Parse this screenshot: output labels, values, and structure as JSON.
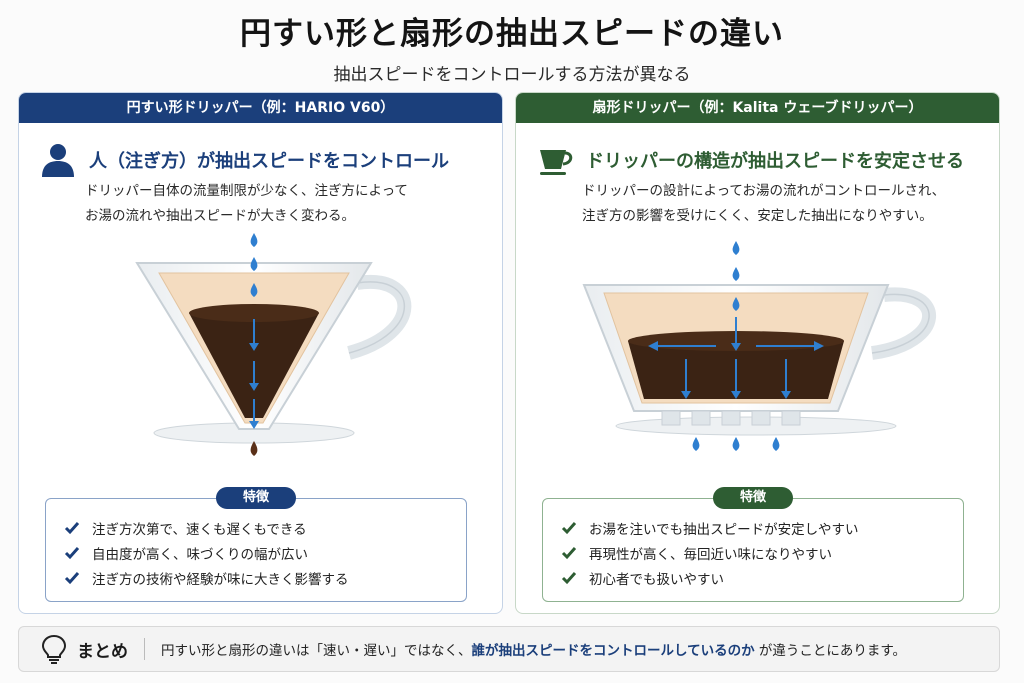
{
  "title": "円すい形と扇形の抽出スピードの違い",
  "subtitle": "抽出スピードをコントロールする方法が異なる",
  "left": {
    "header": "円すい形ドリッパー（例：HARIO V60）",
    "icon": "person-icon",
    "headline": "人（注ぎ方）が抽出スピードをコントロール",
    "desc": [
      "ドリッパー自体の流量制限が少なく、注ぎ方によって",
      "お湯の流れや抽出スピードが大きく変わる。"
    ],
    "features_label": "特徴",
    "features": [
      "注ぎ方次第で、速くも遅くもできる",
      "自由度が高く、味づくりの幅が広い",
      "注ぎ方の技術や経験が味に大きく影響する"
    ]
  },
  "right": {
    "header": "扇形ドリッパー（例：Kalita ウェーブドリッパー）",
    "icon": "cup-icon",
    "headline": "ドリッパーの構造が抽出スピードを安定させる",
    "desc": [
      "ドリッパーの設計によってお湯の流れがコントロールされ、",
      "注ぎ方の影響を受けにくく、安定した抽出になりやすい。"
    ],
    "features_label": "特徴",
    "features": [
      "お湯を注いでも抽出スピードが安定しやすい",
      "再現性が高く、毎回近い味になりやすい",
      "初心者でも扱いやすい"
    ]
  },
  "summary": {
    "label": "まとめ",
    "text_before": "円すい形と扇形の違いは「速い・遅い」ではなく、",
    "text_emphasis": "誰が抽出スピードをコントロールしているのか",
    "text_after": "が違うことにあります。"
  },
  "colors": {
    "blue": "#1b3f7b",
    "green": "#2e5d33",
    "water": "#2f7fd0",
    "coffee": "#3b2314"
  }
}
